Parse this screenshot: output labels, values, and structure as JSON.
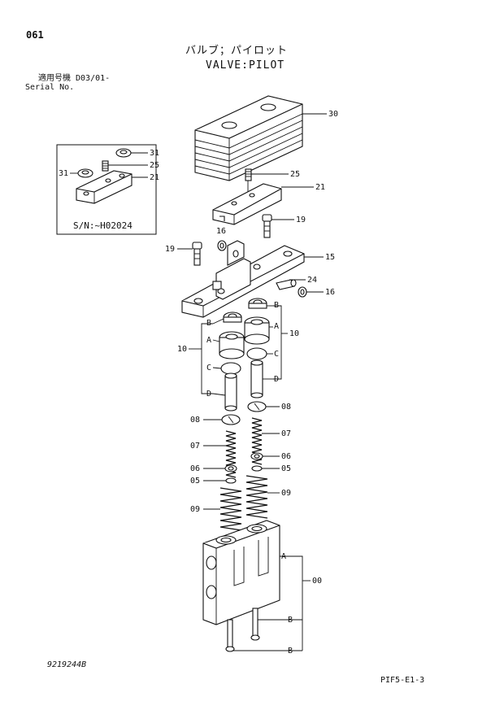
{
  "page_number": "061",
  "title_jp": "バルブ；パイロット",
  "title_en": "VALVE:PILOT",
  "applicable": "適用号機  D03/01-",
  "serial_label": "Serial No.",
  "inset_serial": "S/N:~H02024",
  "drawing_no": "9219244B",
  "sheet_code": "PIF5-E1-3",
  "callouts": {
    "c30": "30",
    "c31a": "31",
    "c25a": "25",
    "c31b": "31",
    "c21a": "21",
    "c25b": "25",
    "c21b": "21",
    "c19a": "19",
    "c16a": "16",
    "c19b": "19",
    "c15": "15",
    "c24": "24",
    "c16b": "16",
    "cB1": "B",
    "cB2": "B",
    "cA1": "A",
    "cA2": "A",
    "c10a": "10",
    "c10b": "10",
    "cC1": "C",
    "cC2": "C",
    "cD1": "D",
    "cD2": "D",
    "c08a": "08",
    "c08b": "08",
    "c07a": "07",
    "c07b": "07",
    "c06a": "06",
    "c06b": "06",
    "c05a": "05",
    "c05b": "05",
    "c09a": "09",
    "c09b": "09",
    "cA3": "A",
    "c00": "00",
    "cB3": "B",
    "cB4": "B"
  }
}
